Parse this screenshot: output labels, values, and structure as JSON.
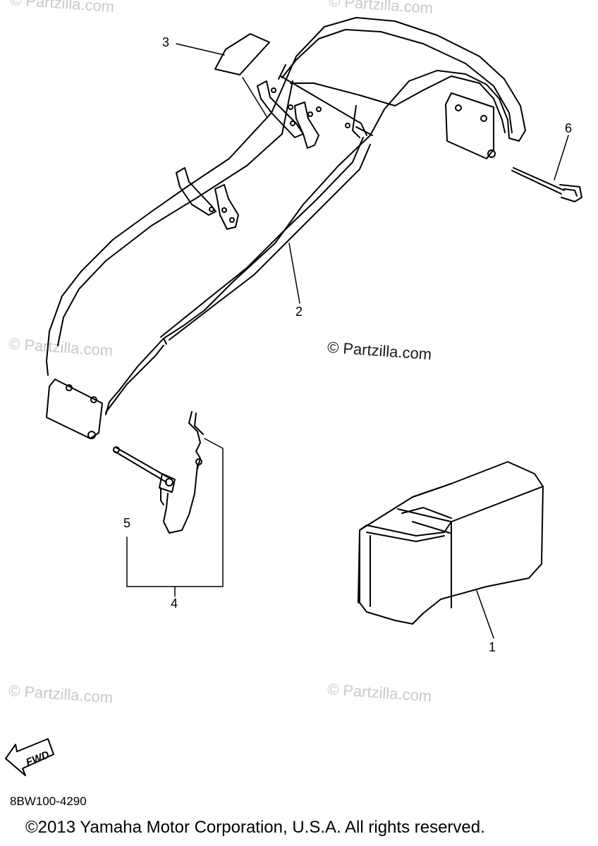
{
  "callouts": {
    "c1": "1",
    "c2": "2",
    "c3": "3",
    "c4": "4",
    "c5": "5",
    "c6": "6"
  },
  "watermark": {
    "main": "© Partzilla.com",
    "faint": "© Partzilla.com"
  },
  "fwd_label": "FWD",
  "diagram_code": "8BW100-4290",
  "copyright": "©2013  Yamaha Motor Corporation, U.S.A. All rights reserved.",
  "colors": {
    "line": "#000000",
    "watermark": "#c9c9c9"
  }
}
